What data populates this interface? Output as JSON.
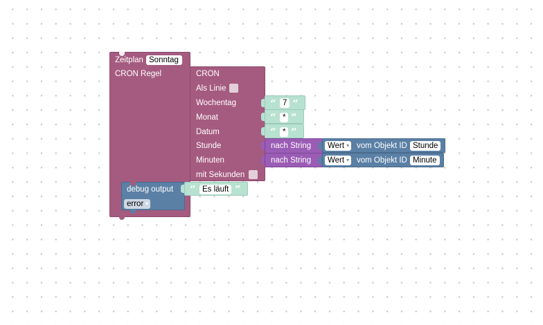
{
  "colors": {
    "schedule_block": "#a55b80",
    "schedule_block_dark": "#8a4a6c",
    "text_block": "#b7e1d1",
    "text_block_dark": "#9ccab8",
    "convert_block": "#9a5cb4",
    "convert_block_dark": "#7f479a",
    "value_block": "#5b80a5",
    "value_block_dark": "#486a8c",
    "debug_block": "#5b80a5",
    "field_bg": "#ffffff",
    "canvas_dot": "#c7c7c7"
  },
  "schedule": {
    "label": "Zeitplan",
    "day_field": "Sonntag",
    "rule_label": "CRON Regel"
  },
  "cron": {
    "title": "CRON",
    "as_line_label": "Als Linie",
    "weekday_label": "Wochentag",
    "month_label": "Monat",
    "date_label": "Datum",
    "hour_label": "Stunde",
    "minute_label": "Minuten",
    "seconds_label": "mit Sekunden",
    "as_line_checked": false,
    "seconds_checked": false
  },
  "text_values": {
    "weekday": "7",
    "month": "*",
    "date": "*",
    "open_quote": "“",
    "close_quote": "”"
  },
  "hour_conversion": {
    "label": "nach String",
    "value_dropdown": "Wert",
    "from_object_label": "vom Objekt ID",
    "object_id": "Stunde"
  },
  "minute_conversion": {
    "label": "nach String",
    "value_dropdown": "Wert",
    "from_object_label": "vom Objekt ID",
    "object_id": "Minute"
  },
  "debug": {
    "label": "debug output",
    "message": "Es läuft",
    "level_dropdown": "error"
  },
  "icons": {
    "dropdown": "▾"
  }
}
